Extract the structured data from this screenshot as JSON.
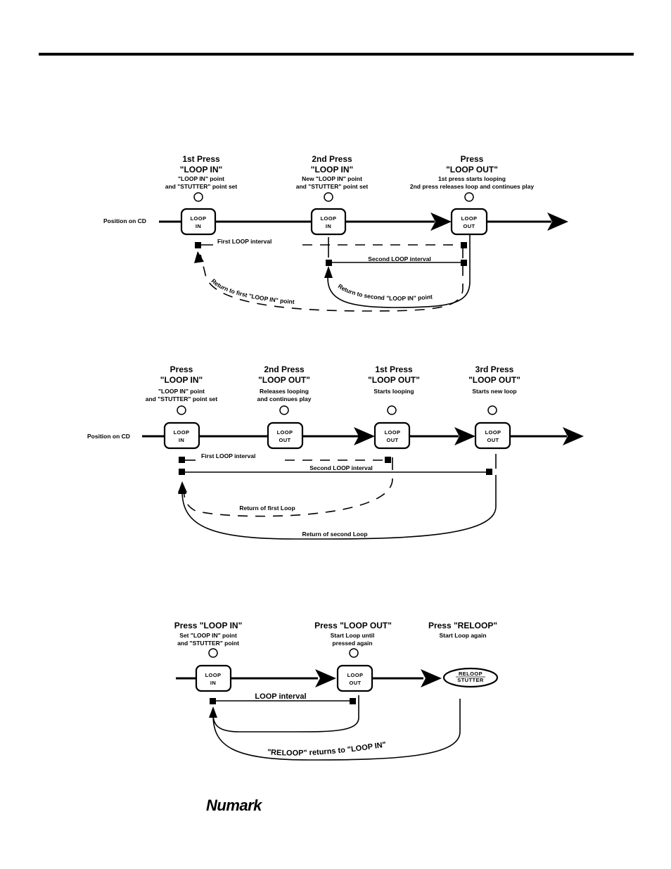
{
  "page": {
    "brand_logo": "Numark"
  },
  "diagram1": {
    "position_label": "Position on CD",
    "press1": {
      "title1": "1st Press",
      "title2": "\"LOOP IN\"",
      "desc1": "\"LOOP IN\" point",
      "desc2": "and \"STUTTER\" point set"
    },
    "press2": {
      "title1": "2nd Press",
      "title2": "\"LOOP IN\"",
      "desc1": "New \"LOOP IN\" point",
      "desc2": "and \"STUTTER\" point set"
    },
    "press3": {
      "title1": "Press",
      "title2": "\"LOOP OUT\"",
      "desc1": "1st press starts looping",
      "desc2": "2nd press releases loop and continues play"
    },
    "btn_loop_in": {
      "top": "LOOP",
      "bottom": "IN"
    },
    "btn_loop_out": {
      "top": "LOOP",
      "bottom": "OUT"
    },
    "interval1": "First LOOP interval",
    "interval2": "Second LOOP interval",
    "return1": "Return to first \"LOOP IN\" point",
    "return2": "Return to second \"LOOP IN\" point"
  },
  "diagram2": {
    "position_label": "Position on CD",
    "press1": {
      "title1": "Press",
      "title2": "\"LOOP IN\"",
      "desc1": "\"LOOP IN\" point",
      "desc2": "and \"STUTTER\" point set"
    },
    "press2": {
      "title1": "2nd Press",
      "title2": "\"LOOP OUT\"",
      "desc1": "Releases looping",
      "desc2": "and continues play"
    },
    "press3": {
      "title1": "1st Press",
      "title2": "\"LOOP OUT\"",
      "desc1": "Starts looping"
    },
    "press4": {
      "title1": "3rd Press",
      "title2": "\"LOOP OUT\"",
      "desc1": "Starts new loop"
    },
    "btn_loop_in": {
      "top": "LOOP",
      "bottom": "IN"
    },
    "btn_loop_out": {
      "top": "LOOP",
      "bottom": "OUT"
    },
    "interval1": "First LOOP interval",
    "interval2": "Second LOOP interval",
    "return1": "Return of first Loop",
    "return2": "Return of second Loop"
  },
  "diagram3": {
    "press1": {
      "title1": "Press \"LOOP IN\"",
      "desc1": "Set \"LOOP IN\" point",
      "desc2": "and \"STUTTER\" point"
    },
    "press2": {
      "title1": "Press \"LOOP OUT\"",
      "desc1": "Start Loop until",
      "desc2": "pressed again"
    },
    "press3": {
      "title1": "Press \"RELOOP\"",
      "desc1": "Start Loop again"
    },
    "btn_loop_in": {
      "top": "LOOP",
      "bottom": "IN"
    },
    "btn_loop_out": {
      "top": "LOOP",
      "bottom": "OUT"
    },
    "btn_reloop": {
      "top": "RELOOP",
      "bottom": "STUTTER"
    },
    "interval": "LOOP interval",
    "return": "\"RELOOP\" returns to \"LOOP IN\""
  }
}
